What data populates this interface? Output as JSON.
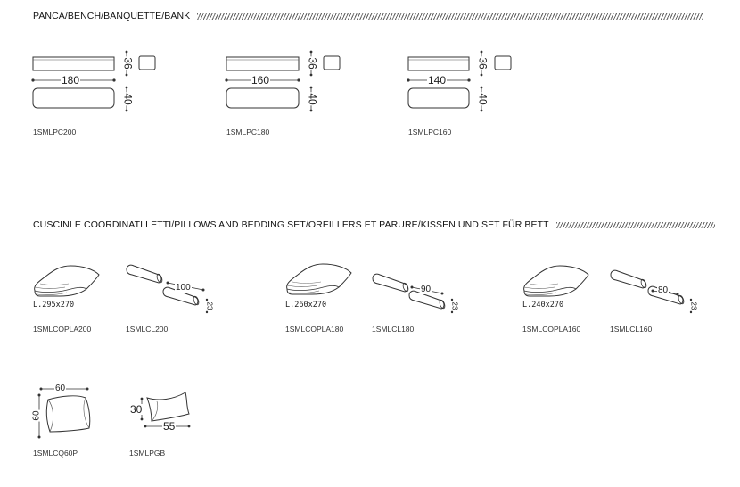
{
  "sections": {
    "bench": {
      "title": "PANCA/BENCH/BANQUETTE/BANK"
    },
    "pillows": {
      "title": "CUSCINI E COORDINATI LETTI/PILLOWS AND BEDDING SET/OREILLERS ET PARURE/KISSEN UND SET FÜR BETT"
    }
  },
  "benches": [
    {
      "code": "1SMLPC200",
      "width": "180",
      "height": "36",
      "depth": "40"
    },
    {
      "code": "1SMLPC180",
      "width": "160",
      "height": "36",
      "depth": "40"
    },
    {
      "code": "1SMLPC160",
      "width": "140",
      "height": "36",
      "depth": "40"
    }
  ],
  "bedding": [
    {
      "code": "1SMLCOPLA200",
      "size": "L.295x270"
    },
    {
      "code": "1SMLCOPLA180",
      "size": "L.260x270"
    },
    {
      "code": "1SMLCOPLA160",
      "size": "L.240x270"
    }
  ],
  "bolsters": [
    {
      "code": "1SMLCL200",
      "length": "100",
      "diameter": "23"
    },
    {
      "code": "1SMLCL180",
      "length": "90",
      "diameter": "23"
    },
    {
      "code": "1SMLCL160",
      "length": "80",
      "diameter": "23"
    }
  ],
  "cushion": {
    "code": "1SMLCQ60P",
    "width": "60",
    "height": "60"
  },
  "pillow": {
    "code": "1SMLPGB",
    "width": "55",
    "height": "30"
  }
}
